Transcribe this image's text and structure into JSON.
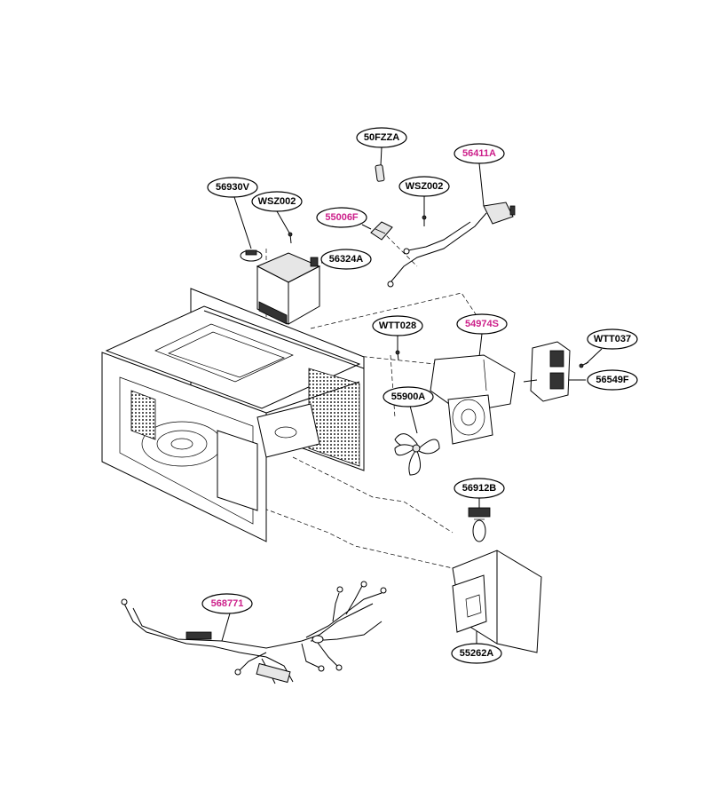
{
  "colors": {
    "standard": "#000000",
    "highlight": "#cc1f8a"
  },
  "callouts": [
    {
      "id": "50FZZA",
      "text": "50FZZA",
      "color": "standard"
    },
    {
      "id": "56411A",
      "text": "56411A",
      "color": "highlight"
    },
    {
      "id": "56930V",
      "text": "56930V",
      "color": "standard"
    },
    {
      "id": "WSZ002a",
      "text": "WSZ002",
      "color": "standard"
    },
    {
      "id": "WSZ002b",
      "text": "WSZ002",
      "color": "standard"
    },
    {
      "id": "55006F",
      "text": "55006F",
      "color": "highlight"
    },
    {
      "id": "56324A",
      "text": "56324A",
      "color": "standard"
    },
    {
      "id": "WTT028",
      "text": "WTT028",
      "color": "standard"
    },
    {
      "id": "54974S",
      "text": "54974S",
      "color": "highlight"
    },
    {
      "id": "WTT037",
      "text": "WTT037",
      "color": "standard"
    },
    {
      "id": "56549F",
      "text": "56549F",
      "color": "standard"
    },
    {
      "id": "55900A",
      "text": "55900A",
      "color": "standard"
    },
    {
      "id": "56912B",
      "text": "56912B",
      "color": "standard"
    },
    {
      "id": "568771",
      "text": "568771",
      "color": "highlight"
    },
    {
      "id": "55262A",
      "text": "55262A",
      "color": "standard"
    }
  ]
}
